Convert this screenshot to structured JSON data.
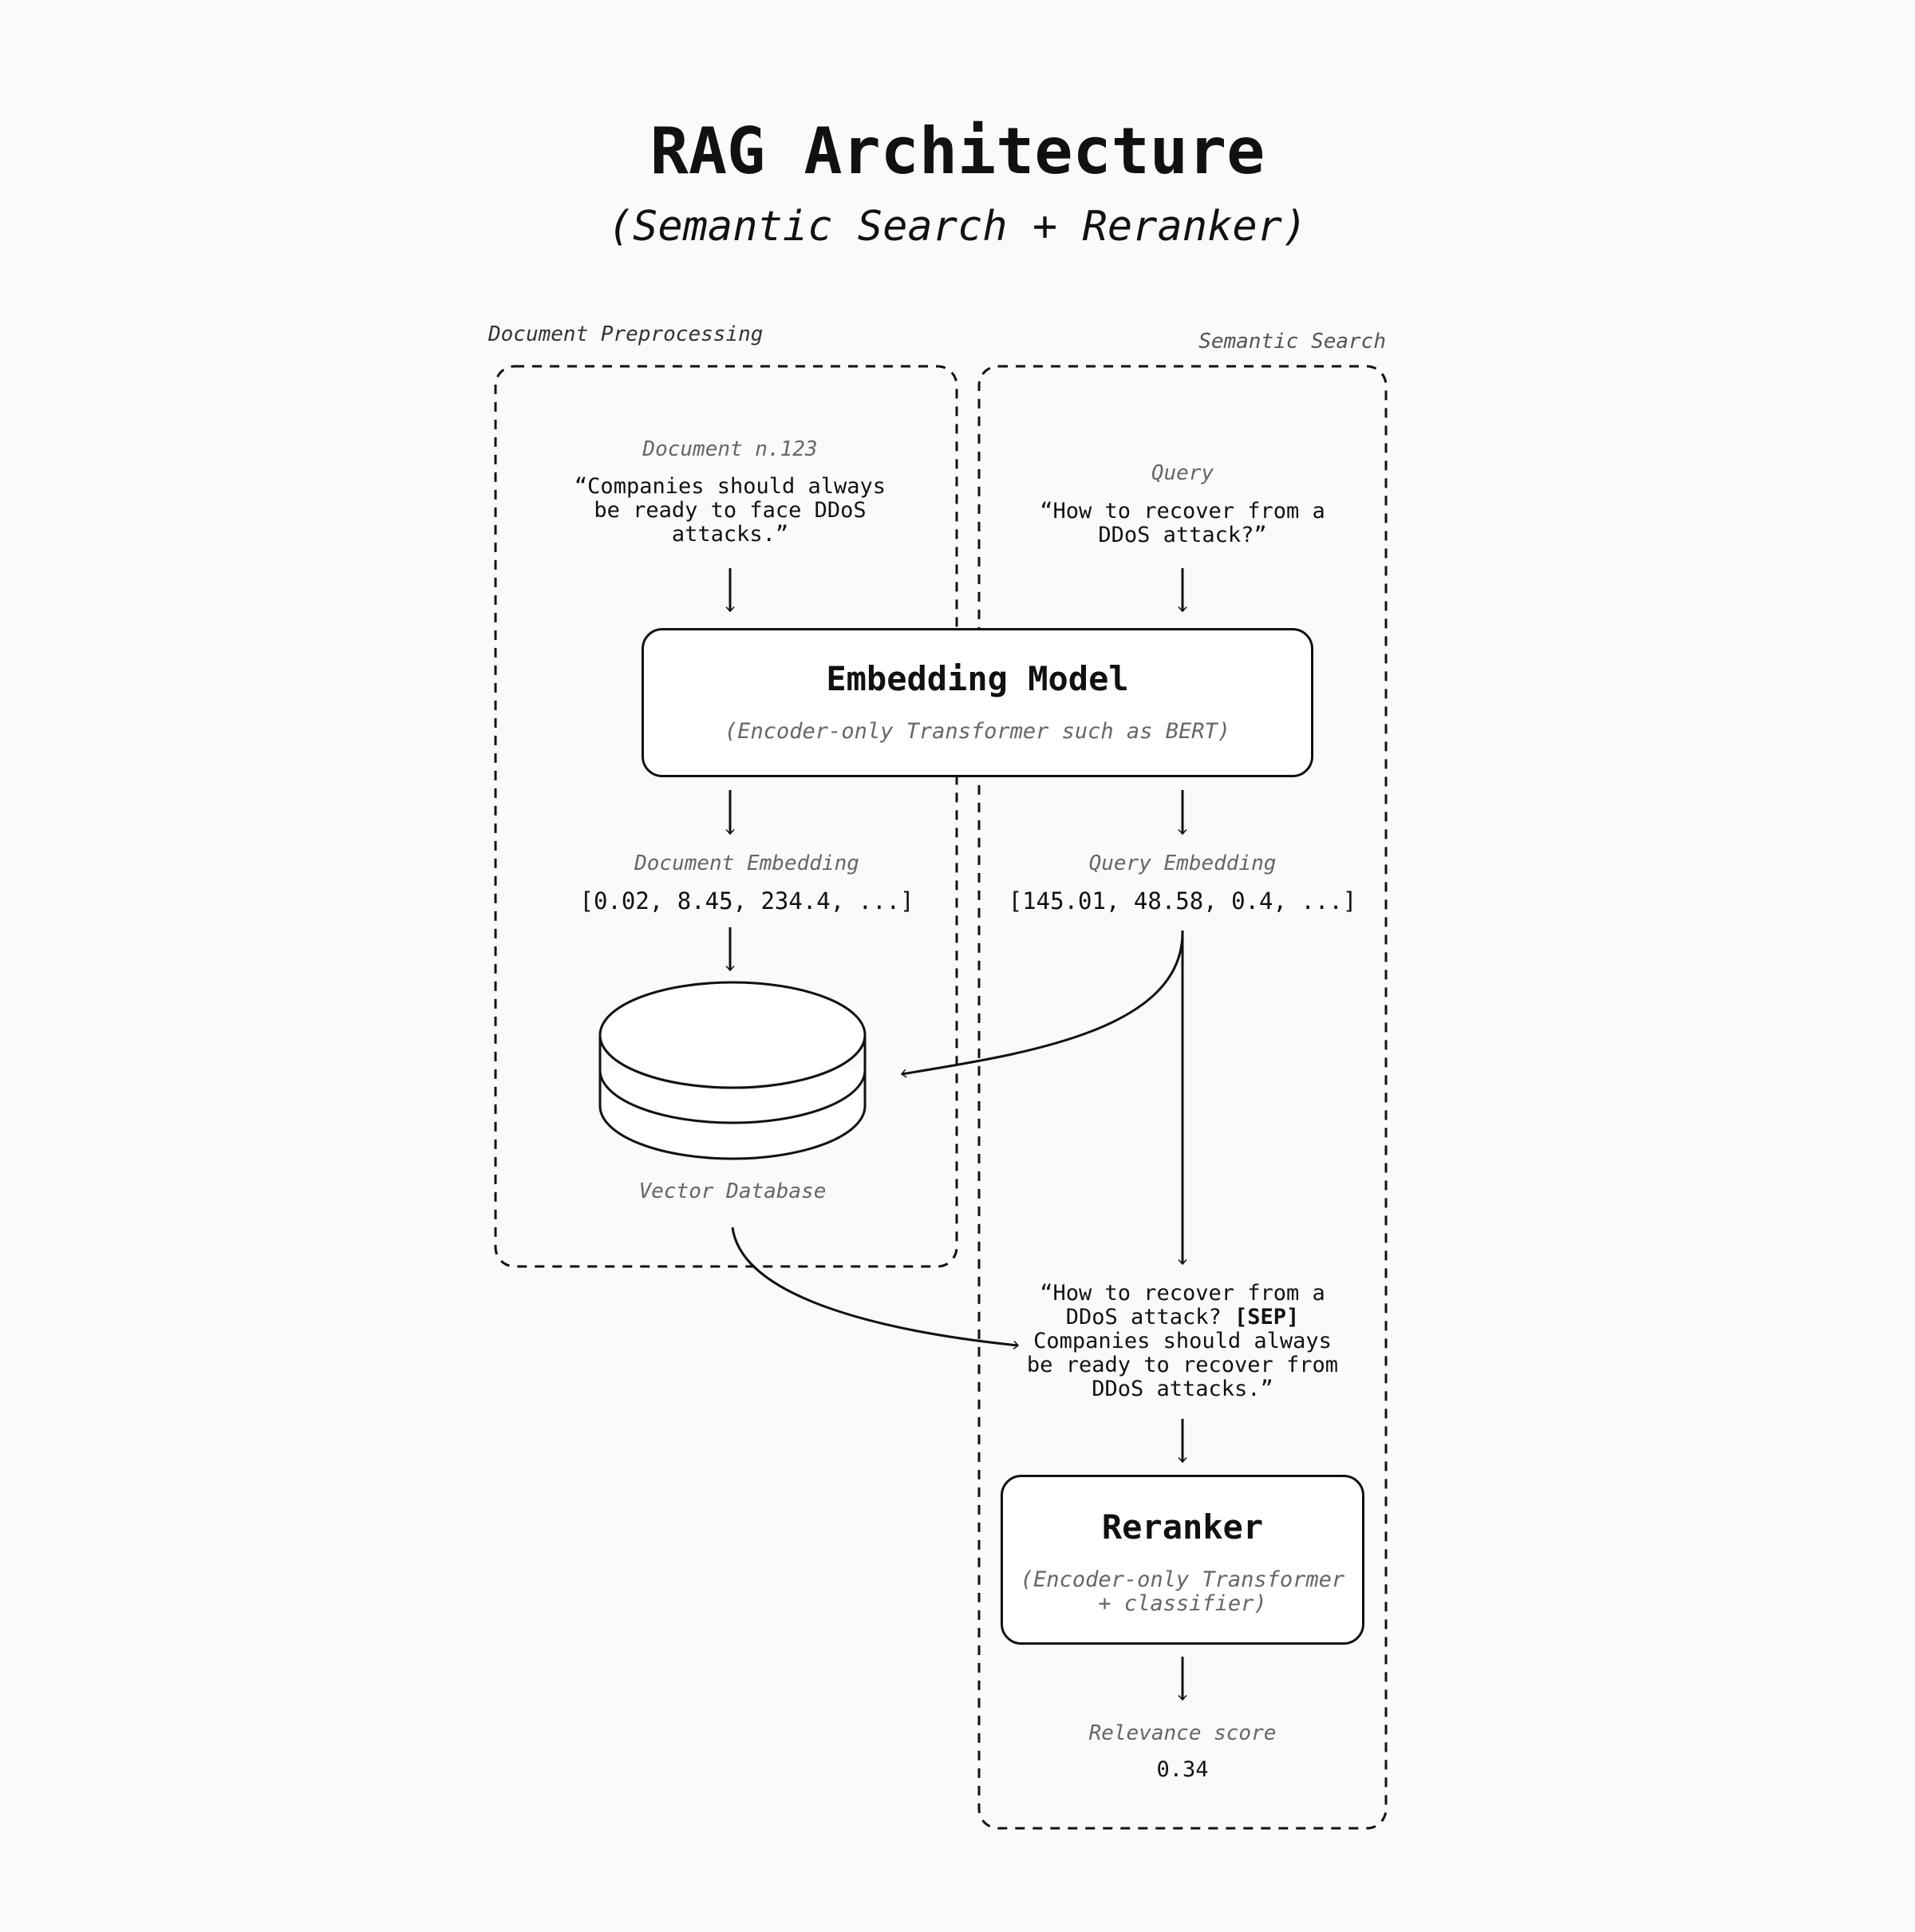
{
  "title": "RAG Architecture",
  "subtitle": "(Semantic Search + Reranker)",
  "panels": {
    "preprocessing_label": "Document Preprocessing",
    "search_label": "Semantic Search"
  },
  "document": {
    "caption": "Document n.123",
    "text": "“Companies should always\nbe ready to face DDoS\nattacks.”"
  },
  "query": {
    "caption": "Query",
    "text": "“How to recover from a\nDDoS attack?”"
  },
  "embedding_model": {
    "title": "Embedding Model",
    "subtitle": "(Encoder-only Transformer such as BERT)"
  },
  "document_embedding": {
    "caption": "Document Embedding",
    "value": "[0.02, 8.45, 234.4, ...]"
  },
  "query_embedding": {
    "caption": "Query Embedding",
    "value": "[145.01, 48.58, 0.4, ...]"
  },
  "vector_database": {
    "caption": "Vector Database"
  },
  "pair": {
    "part1": "“How to recover from a\nDDoS attack? ",
    "separator": "[SEP]",
    "part2": "\nCompanies should always\nbe ready to recover from\nDDoS attacks.”"
  },
  "reranker": {
    "title": "Reranker",
    "subtitle": "(Encoder-only Transformer\n+ classifier)"
  },
  "relevance": {
    "caption": "Relevance score",
    "value": "0.34"
  }
}
